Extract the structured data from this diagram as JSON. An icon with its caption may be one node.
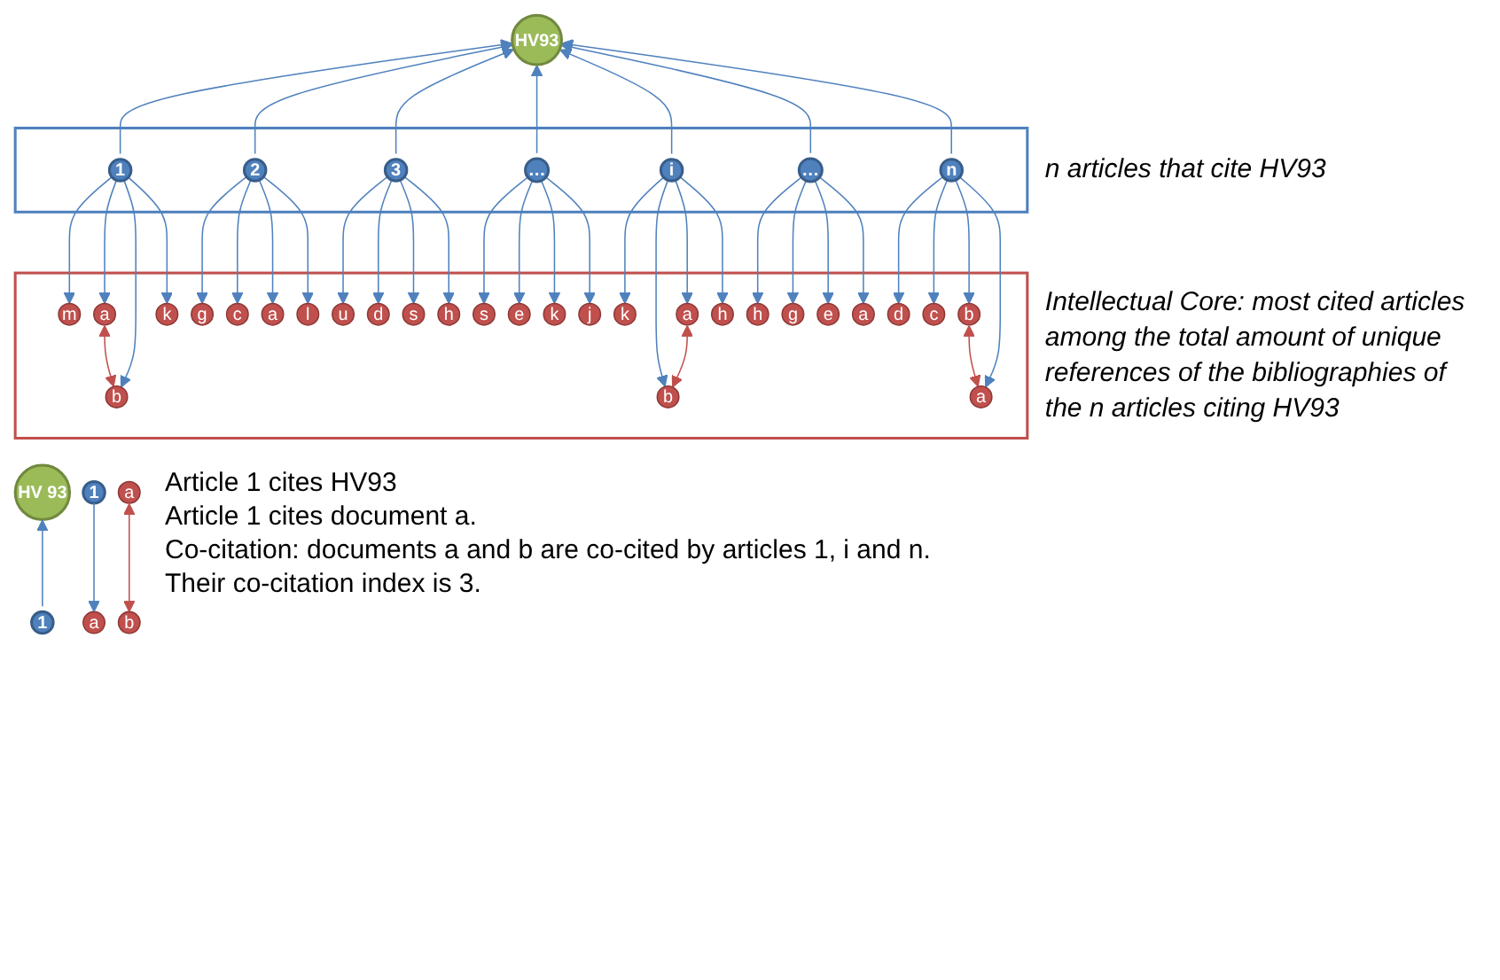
{
  "diagram": {
    "nodes": [
      {
        "text": [
          "HV93"
        ]
      },
      {
        "text": [],
        "shape": "box",
        "beside": [
          "n articles that cite HV93"
        ]
      },
      {
        "text": [
          "1"
        ],
        "in": 1
      },
      {
        "text": [
          "2"
        ],
        "in": 1
      },
      {
        "text": [
          "3"
        ],
        "in": 1
      },
      {
        "text": [
          "…"
        ],
        "in": 1
      },
      {
        "text": [
          "i"
        ],
        "in": 1
      },
      {
        "text": [
          "…"
        ],
        "in": 1
      },
      {
        "text": [
          "n"
        ],
        "in": 1
      },
      {
        "text": [],
        "shape": "box",
        "beside": [
          "Intellectual Core: most cited articles among the total amount of unique references of the bibliographies of the n articles citing HV93"
        ]
      },
      {
        "text": [
          "m"
        ],
        "in": 9
      },
      {
        "text": [
          "a"
        ],
        "in": 9
      },
      {
        "text": [
          "b"
        ],
        "in": 9
      },
      {
        "text": [
          "k"
        ],
        "in": 9
      },
      {
        "text": [
          "u"
        ],
        "in": 9
      },
      {
        "text": [
          "d"
        ],
        "in": 9
      },
      {
        "text": [
          "s"
        ],
        "in": 9
      },
      {
        "text": [
          "h"
        ],
        "in": 9
      },
      {
        "text": [
          "k"
        ],
        "in": 9
      },
      {
        "text": [
          "b"
        ],
        "in": 9
      },
      {
        "text": [
          "a"
        ],
        "in": 9
      },
      {
        "text": [
          "h"
        ],
        "in": 9
      },
      {
        "text": [
          "d"
        ],
        "in": 9
      },
      {
        "text": [
          "c"
        ],
        "in": 9
      },
      {
        "text": [
          "b"
        ],
        "in": 9
      },
      {
        "text": [
          "a"
        ],
        "in": 9
      },
      {
        "text": [
          "g"
        ],
        "in": 9
      },
      {
        "text": [
          "c"
        ],
        "in": 9
      },
      {
        "text": [
          "a"
        ],
        "in": 9
      },
      {
        "text": [
          "l"
        ],
        "in": 9
      },
      {
        "text": [
          "s"
        ],
        "in": 9
      },
      {
        "text": [
          "e"
        ],
        "in": 9
      },
      {
        "text": [
          "k"
        ],
        "in": 9
      },
      {
        "text": [
          "j"
        ],
        "in": 9
      },
      {
        "text": [
          "h"
        ],
        "in": 9
      },
      {
        "text": [
          "g"
        ],
        "in": 9
      },
      {
        "text": [
          "e"
        ],
        "in": 9
      },
      {
        "text": [
          "a"
        ],
        "in": 9
      },
      {
        "text": [
          "HV 93"
        ]
      },
      {
        "text": [
          "1"
        ]
      },
      {
        "text": [
          "1"
        ]
      },
      {
        "text": [
          "a"
        ]
      },
      {
        "text": [
          "a"
        ]
      },
      {
        "text": [
          "b"
        ]
      }
    ],
    "edges": [
      {
        "from": 2,
        "to": 0,
        "arrow": "to"
      },
      {
        "from": 3,
        "to": 0,
        "arrow": "to"
      },
      {
        "from": 4,
        "to": 0,
        "arrow": "to"
      },
      {
        "from": 5,
        "to": 0,
        "arrow": "to"
      },
      {
        "from": 6,
        "to": 0,
        "arrow": "to"
      },
      {
        "from": 7,
        "to": 0,
        "arrow": "to"
      },
      {
        "from": 8,
        "to": 0,
        "arrow": "to"
      },
      {
        "from": 2,
        "to": 10,
        "arrow": "to"
      },
      {
        "from": 2,
        "to": 11,
        "arrow": "to"
      },
      {
        "from": 2,
        "to": 12,
        "arrow": "to"
      },
      {
        "from": 2,
        "to": 13,
        "arrow": "to"
      },
      {
        "from": 3,
        "to": 26,
        "arrow": "to"
      },
      {
        "from": 3,
        "to": 27,
        "arrow": "to"
      },
      {
        "from": 3,
        "to": 28,
        "arrow": "to"
      },
      {
        "from": 3,
        "to": 29,
        "arrow": "to"
      },
      {
        "from": 4,
        "to": 14,
        "arrow": "to"
      },
      {
        "from": 4,
        "to": 15,
        "arrow": "to"
      },
      {
        "from": 4,
        "to": 16,
        "arrow": "to"
      },
      {
        "from": 4,
        "to": 17,
        "arrow": "to"
      },
      {
        "from": 5,
        "to": 30,
        "arrow": "to"
      },
      {
        "from": 5,
        "to": 31,
        "arrow": "to"
      },
      {
        "from": 5,
        "to": 32,
        "arrow": "to"
      },
      {
        "from": 5,
        "to": 33,
        "arrow": "to"
      },
      {
        "from": 6,
        "to": 18,
        "arrow": "to"
      },
      {
        "from": 6,
        "to": 19,
        "arrow": "to"
      },
      {
        "from": 6,
        "to": 20,
        "arrow": "to"
      },
      {
        "from": 6,
        "to": 21,
        "arrow": "to"
      },
      {
        "from": 7,
        "to": 34,
        "arrow": "to"
      },
      {
        "from": 7,
        "to": 35,
        "arrow": "to"
      },
      {
        "from": 7,
        "to": 36,
        "arrow": "to"
      },
      {
        "from": 7,
        "to": 37,
        "arrow": "to"
      },
      {
        "from": 8,
        "to": 22,
        "arrow": "to"
      },
      {
        "from": 8,
        "to": 23,
        "arrow": "to"
      },
      {
        "from": 8,
        "to": 24,
        "arrow": "to"
      },
      {
        "from": 8,
        "to": 25,
        "arrow": "to"
      },
      {
        "from": 11,
        "to": 12,
        "arrow": "both",
        "color": "#c0504d"
      },
      {
        "from": 20,
        "to": 19,
        "arrow": "both",
        "color": "#c0504d"
      },
      {
        "from": 24,
        "to": 25,
        "arrow": "both",
        "color": "#c0504d"
      },
      {
        "from": 39,
        "to": 38,
        "arrow": "to"
      },
      {
        "from": 40,
        "to": 41,
        "arrow": "to"
      },
      {
        "from": 42,
        "to": 43,
        "arrow": "both",
        "color": "#c0504d"
      }
    ],
    "labels": [
      "Article 1 cites HV93",
      "Article 1 cites document a.",
      "Co-citation: documents a and b are co-cited by articles 1, i and n.",
      "Their co-citation index is 3."
    ]
  }
}
